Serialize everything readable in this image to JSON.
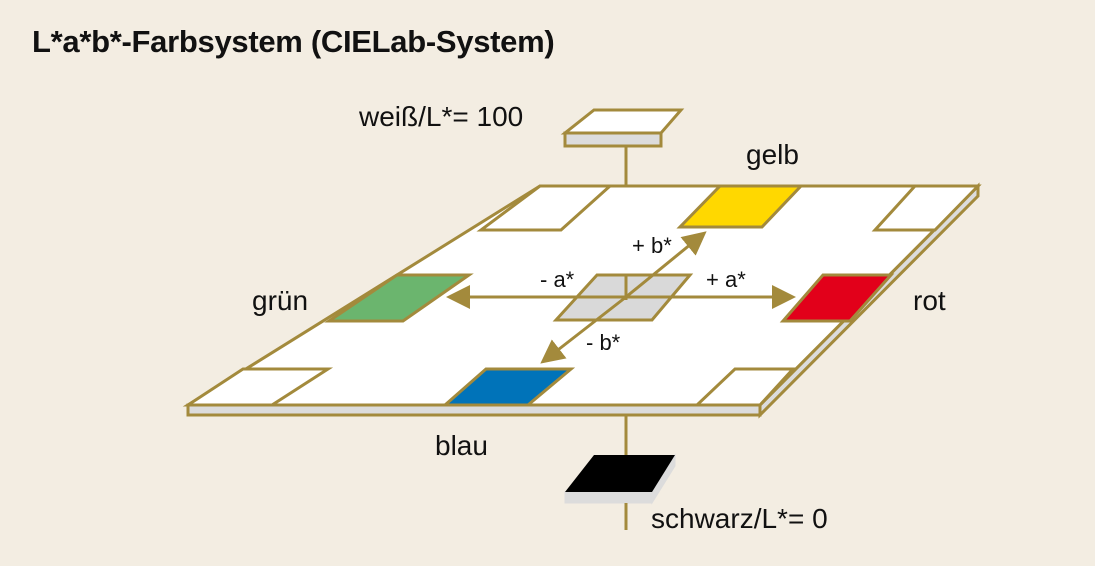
{
  "title": "L*a*b*-Farbsystem (CIELab-System)",
  "labels": {
    "white": "weiß/L*= 100",
    "black": "schwarz/L*= 0",
    "yellow": "gelb",
    "green": "grün",
    "red": "rot",
    "blue": "blau"
  },
  "axes": {
    "plus_b": "+ b*",
    "minus_b": "- b*",
    "plus_a": "+ a*",
    "minus_a": "- a*"
  },
  "colors": {
    "background": "#f3ede2",
    "outline": "#a38a3c",
    "plate": "#ffffff",
    "plate_edge": "#dcdcdc",
    "center": "#d9d9d9",
    "yellow": "#ffd800",
    "green": "#6bb56e",
    "red": "#e2001a",
    "blue": "#0073b9",
    "black": "#000000"
  }
}
